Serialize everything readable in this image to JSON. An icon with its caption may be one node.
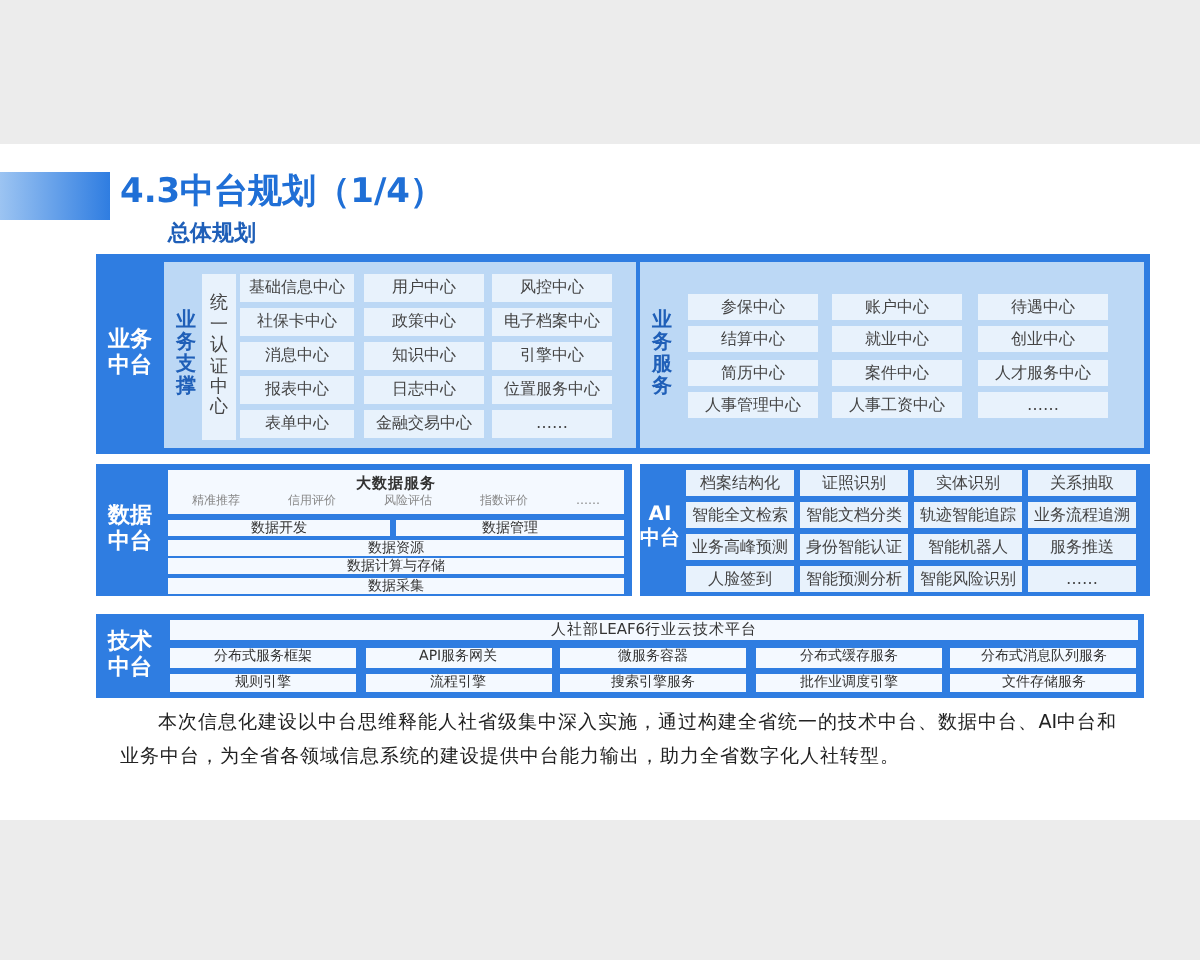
{
  "diagram": {
    "title": "4.3中台规划（1/4）",
    "caption": "本次信息化建设以中台思维释能人社省级集中深入实施，通过构建全省统一的技术中台、数据中台、AI中台和业务中台，为全省各领域信息系统的建设提供中台能力输出，助力全省数字化人社转型。",
    "labels": [
      "总体规划"
    ],
    "nodes": [
      {
        "text": [
          "业务中台"
        ]
      },
      {
        "text": [
          "业务支撑"
        ],
        "in": 0
      },
      {
        "text": [
          "统一认证中心"
        ],
        "in": 1
      },
      {
        "text": [
          "基础信息中心"
        ],
        "in": 1
      },
      {
        "text": [
          "用户中心"
        ],
        "in": 1
      },
      {
        "text": [
          "风控中心"
        ],
        "in": 1
      },
      {
        "text": [
          "社保卡中心"
        ],
        "in": 1
      },
      {
        "text": [
          "政策中心"
        ],
        "in": 1
      },
      {
        "text": [
          "电子档案中心"
        ],
        "in": 1
      },
      {
        "text": [
          "消息中心"
        ],
        "in": 1
      },
      {
        "text": [
          "知识中心"
        ],
        "in": 1
      },
      {
        "text": [
          "引擎中心"
        ],
        "in": 1
      },
      {
        "text": [
          "报表中心"
        ],
        "in": 1
      },
      {
        "text": [
          "日志中心"
        ],
        "in": 1
      },
      {
        "text": [
          "位置服务中心"
        ],
        "in": 1
      },
      {
        "text": [
          "表单中心"
        ],
        "in": 1
      },
      {
        "text": [
          "金融交易中心"
        ],
        "in": 1
      },
      {
        "text": [
          "……"
        ],
        "in": 1
      },
      {
        "text": [
          "业务服务"
        ],
        "in": 0
      },
      {
        "text": [
          "参保中心"
        ],
        "in": 18
      },
      {
        "text": [
          "账户中心"
        ],
        "in": 18
      },
      {
        "text": [
          "待遇中心"
        ],
        "in": 18
      },
      {
        "text": [
          "结算中心"
        ],
        "in": 18
      },
      {
        "text": [
          "就业中心"
        ],
        "in": 18
      },
      {
        "text": [
          "创业中心"
        ],
        "in": 18
      },
      {
        "text": [
          "简历中心"
        ],
        "in": 18
      },
      {
        "text": [
          "案件中心"
        ],
        "in": 18
      },
      {
        "text": [
          "人才服务中心"
        ],
        "in": 18
      },
      {
        "text": [
          "人事管理中心"
        ],
        "in": 18
      },
      {
        "text": [
          "人事工资中心"
        ],
        "in": 18
      },
      {
        "text": [
          "……"
        ],
        "in": 18
      },
      {
        "text": [
          "数据中台"
        ]
      },
      {
        "text": [
          "大数据服务",
          "精准推荐",
          "信用评价",
          "风险评估",
          "指数评价",
          "……"
        ],
        "in": 31
      },
      {
        "text": [
          "数据开发"
        ],
        "in": 31
      },
      {
        "text": [
          "数据管理"
        ],
        "in": 31
      },
      {
        "text": [
          "数据资源"
        ],
        "in": 31
      },
      {
        "text": [
          "数据计算与存储"
        ],
        "in": 31
      },
      {
        "text": [
          "数据采集"
        ],
        "in": 31
      },
      {
        "text": [
          "AI中台"
        ]
      },
      {
        "text": [
          "档案结构化"
        ],
        "in": 38
      },
      {
        "text": [
          "证照识别"
        ],
        "in": 38
      },
      {
        "text": [
          "实体识别"
        ],
        "in": 38
      },
      {
        "text": [
          "关系抽取"
        ],
        "in": 38
      },
      {
        "text": [
          "智能全文检索"
        ],
        "in": 38
      },
      {
        "text": [
          "智能文档分类"
        ],
        "in": 38
      },
      {
        "text": [
          "轨迹智能追踪"
        ],
        "in": 38
      },
      {
        "text": [
          "业务流程追溯"
        ],
        "in": 38
      },
      {
        "text": [
          "业务高峰预测"
        ],
        "in": 38
      },
      {
        "text": [
          "身份智能认证"
        ],
        "in": 38
      },
      {
        "text": [
          "智能机器人"
        ],
        "in": 38
      },
      {
        "text": [
          "服务推送"
        ],
        "in": 38
      },
      {
        "text": [
          "人脸签到"
        ],
        "in": 38
      },
      {
        "text": [
          "智能预测分析"
        ],
        "in": 38
      },
      {
        "text": [
          "智能风险识别"
        ],
        "in": 38
      },
      {
        "text": [
          "……"
        ],
        "in": 38
      },
      {
        "text": [
          "技术中台"
        ]
      },
      {
        "text": [
          "人社部LEAF6行业云技术平台"
        ],
        "in": 55
      },
      {
        "text": [
          "分布式服务框架"
        ],
        "in": 55
      },
      {
        "text": [
          "API服务网关"
        ],
        "in": 55
      },
      {
        "text": [
          "微服务容器"
        ],
        "in": 55
      },
      {
        "text": [
          "分布式缓存服务"
        ],
        "in": 55
      },
      {
        "text": [
          "分布式消息队列服务"
        ],
        "in": 55
      },
      {
        "text": [
          "规则引擎"
        ],
        "in": 55
      },
      {
        "text": [
          "流程引擎"
        ],
        "in": 55
      },
      {
        "text": [
          "搜索引擎服务"
        ],
        "in": 55
      },
      {
        "text": [
          "批作业调度引擎"
        ],
        "in": 55
      },
      {
        "text": [
          "文件存储服务"
        ],
        "in": 55
      }
    ],
    "edges": []
  }
}
